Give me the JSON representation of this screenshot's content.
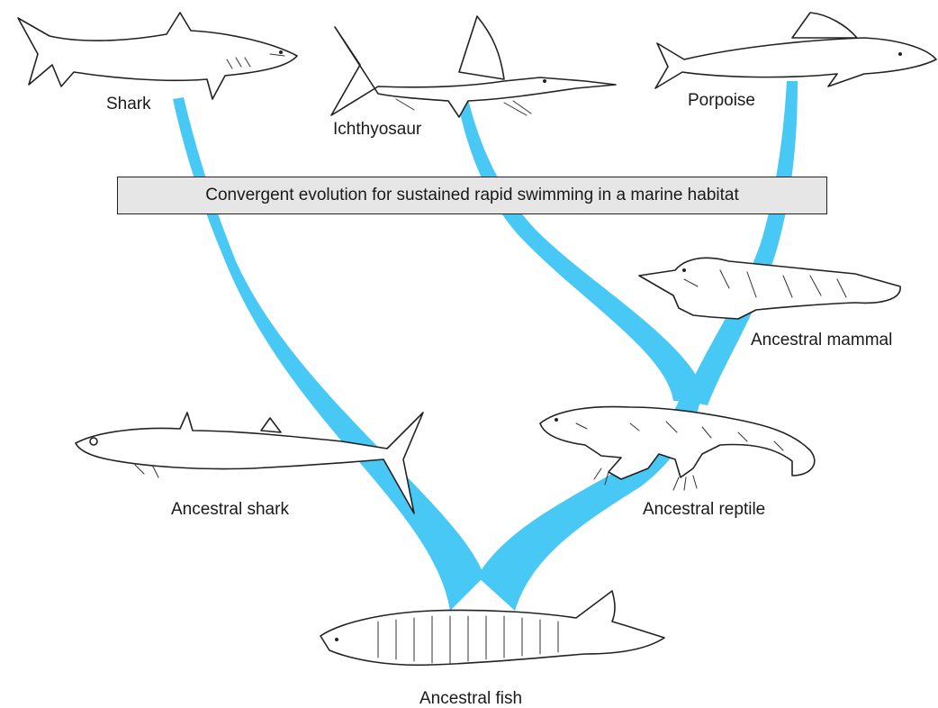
{
  "caption": "Convergent evolution for sustained rapid swimming in a marine habitat",
  "branch_color": "#48c8f4",
  "labels": {
    "shark": "Shark",
    "ichthyosaur": "Ichthyosaur",
    "porpoise": "Porpoise",
    "ancestral_mammal": "Ancestral mammal",
    "ancestral_shark": "Ancestral shark",
    "ancestral_reptile": "Ancestral reptile",
    "ancestral_fish": "Ancestral fish"
  }
}
